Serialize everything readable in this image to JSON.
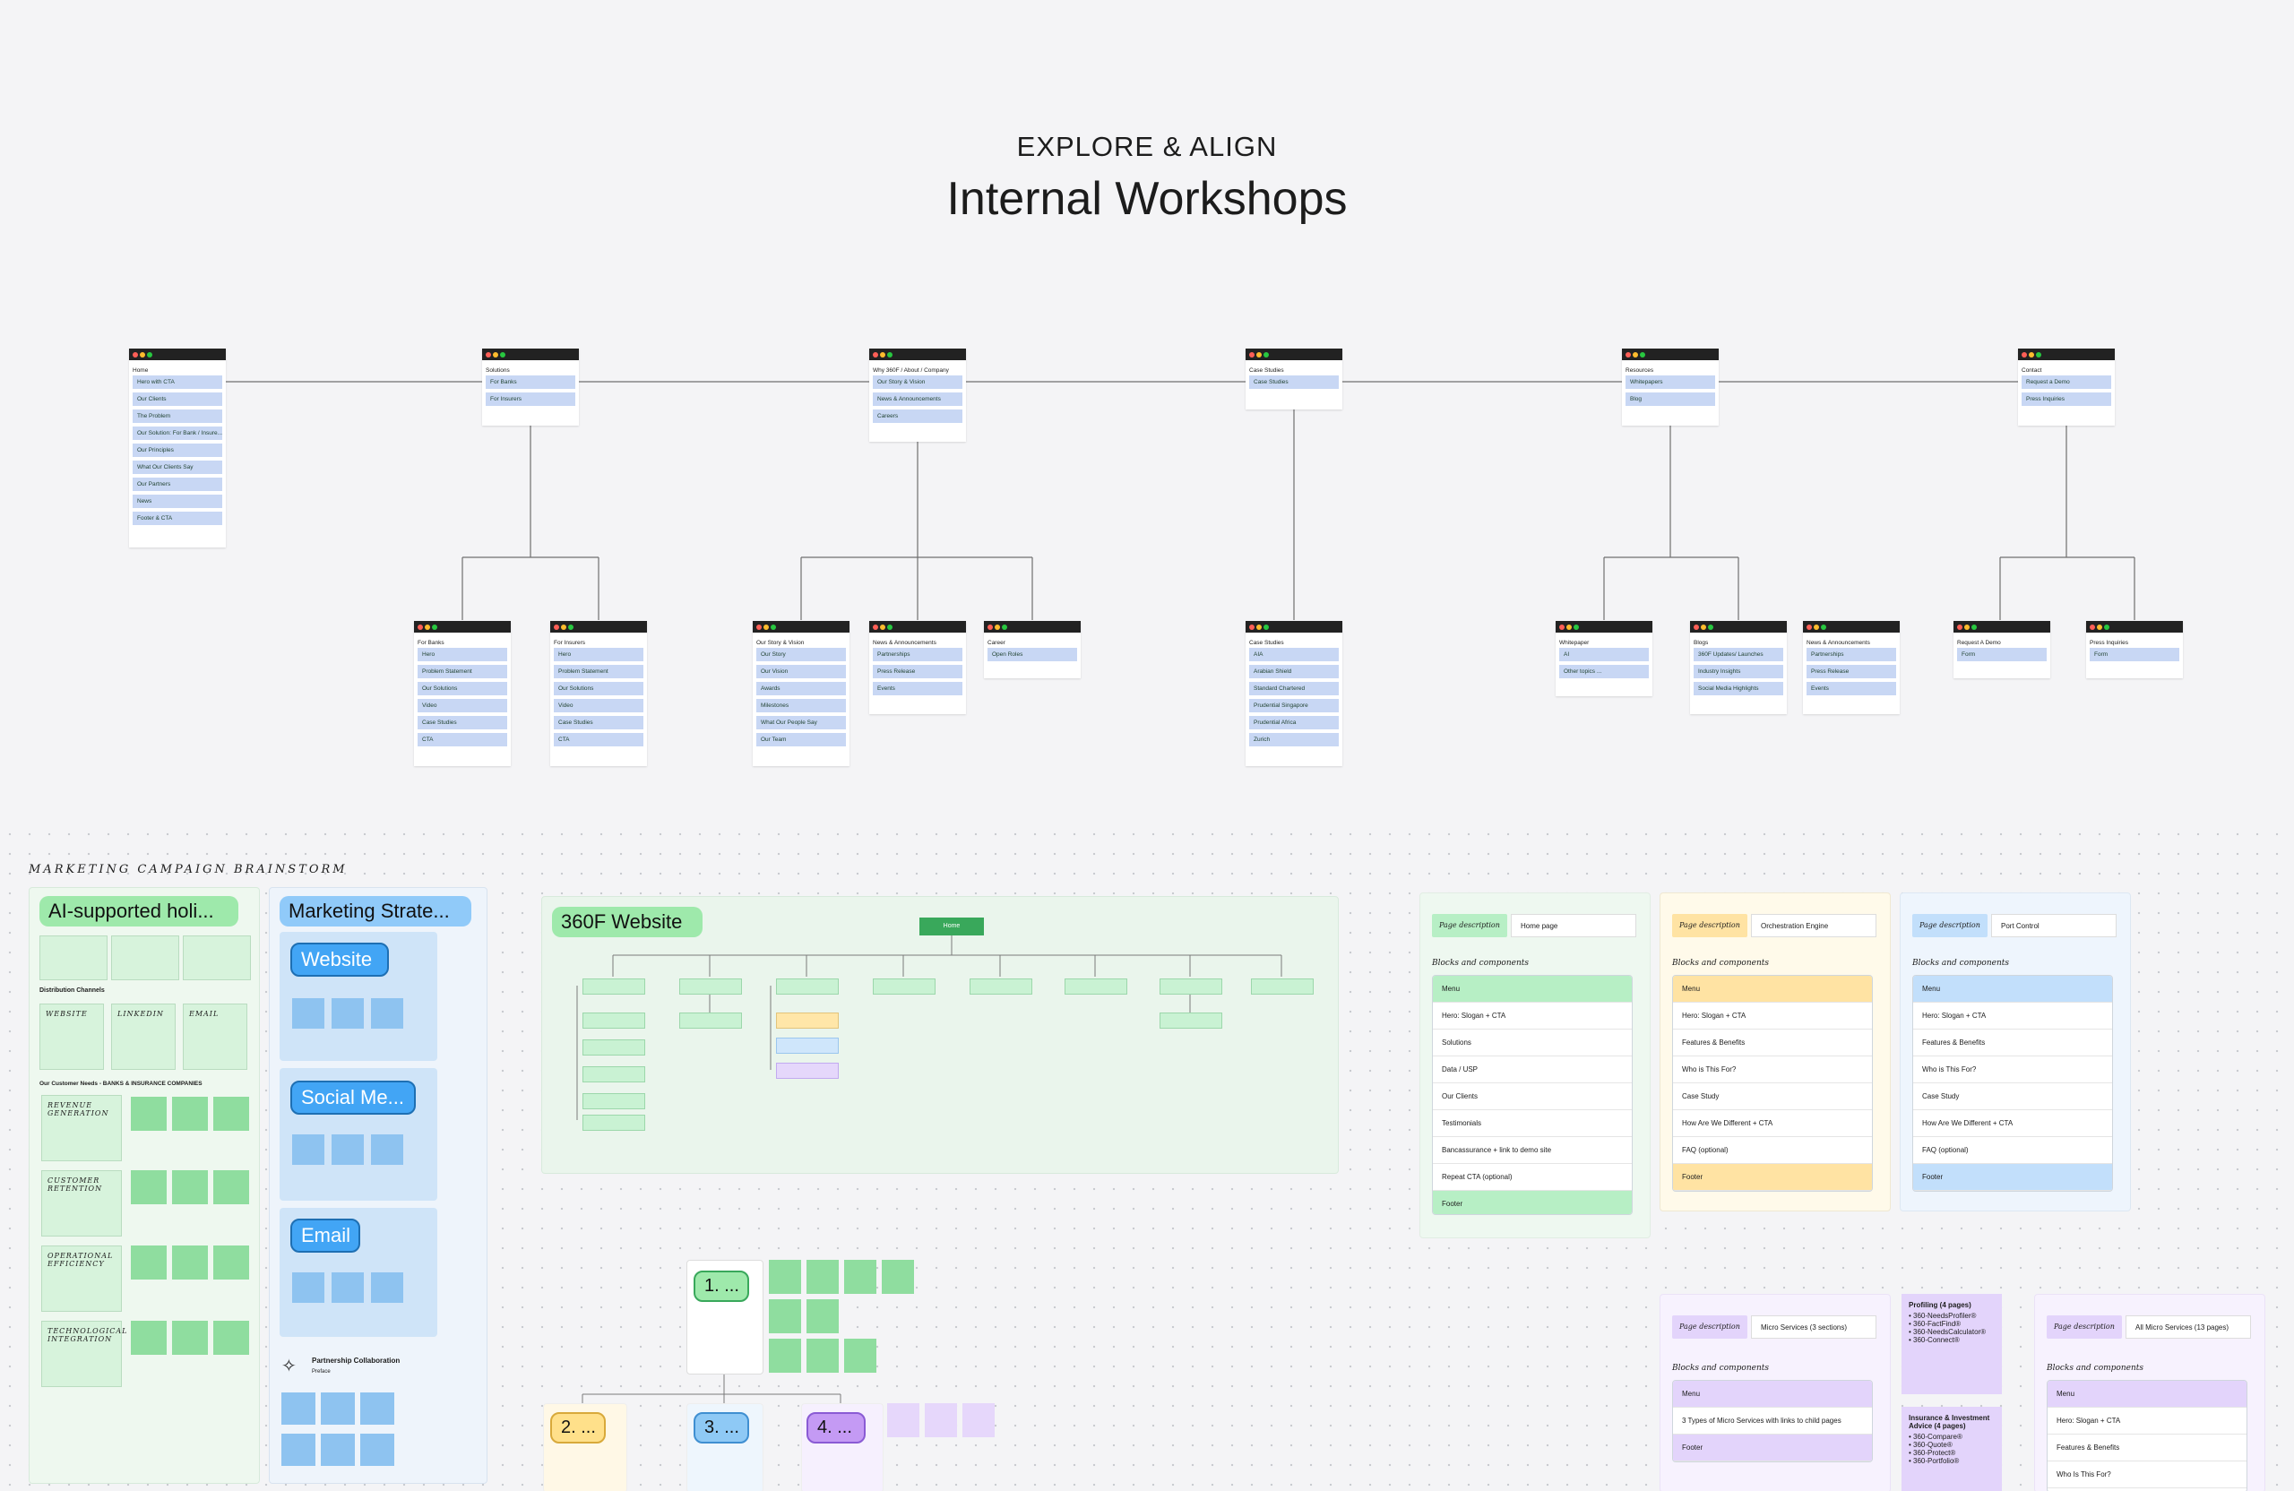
{
  "header": {
    "eyebrow": "EXPLORE & ALIGN",
    "title": "Internal Workshops"
  },
  "sitemap": {
    "top": [
      {
        "title": "Home",
        "items": [
          "Hero with CTA",
          "Our Clients",
          "The Problem",
          "Our Solution: For Bank / Insure...",
          "Our Principles",
          "What Our Clients Say",
          "Our Partners",
          "News",
          "Footer & CTA"
        ]
      },
      {
        "title": "Solutions",
        "items": [
          "For Banks",
          "For Insurers"
        ]
      },
      {
        "title": "Why 360F / About / Company",
        "items": [
          "Our Story & Vision",
          "News & Announcements",
          "Careers"
        ]
      },
      {
        "title": "Case Studies",
        "items": [
          "Case Studies"
        ]
      },
      {
        "title": "Resources",
        "items": [
          "Whitepapers",
          "Blog"
        ]
      },
      {
        "title": "Contact",
        "items": [
          "Request a Demo",
          "Press Inquiries"
        ]
      }
    ],
    "children": [
      {
        "title": "For Banks",
        "items": [
          "Hero",
          "Problem Statement",
          "Our Solutions",
          "Video",
          "Case Studies",
          "CTA"
        ]
      },
      {
        "title": "For Insurers",
        "items": [
          "Hero",
          "Problem Statement",
          "Our Solutions",
          "Video",
          "Case Studies",
          "CTA"
        ]
      },
      {
        "title": "Our Story & Vision",
        "items": [
          "Our Story",
          "Our Vision",
          "Awards",
          "Milestones",
          "What Our People Say",
          "Our Team"
        ]
      },
      {
        "title": "News & Announcements",
        "items": [
          "Partnerships",
          "Press Release",
          "Events"
        ]
      },
      {
        "title": "Career",
        "items": [
          "Open Roles"
        ]
      },
      {
        "title": "Case Studies",
        "items": [
          "AIA",
          "Arabian Shield",
          "Standard Chartered",
          "Prudential Singapore",
          "Prudential Africa",
          "Zurich"
        ]
      },
      {
        "title": "Whitepaper",
        "items": [
          "AI",
          "Other topics ..."
        ]
      },
      {
        "title": "Blogs",
        "items": [
          "360F Updates/ Launches",
          "Industry Insights",
          "Social Media Highlights"
        ]
      },
      {
        "title": "News & Announcements",
        "items": [
          "Partnerships",
          "Press Release",
          "Events"
        ]
      },
      {
        "title": "Request A Demo",
        "items": [
          "Form"
        ]
      },
      {
        "title": "Press Inquiries",
        "items": [
          "Form"
        ]
      }
    ]
  },
  "brainstorm": {
    "heading": "MARKETING CAMPAIGN BRAINSTORM",
    "ai_label": "AI-supported holi...",
    "distribution": "Distribution Channels",
    "channels": [
      "WEBSITE",
      "LINKEDIN",
      "EMAIL"
    ],
    "needs_title": "Our Customer Needs - BANKS & INSURANCE COMPANIES",
    "needs": [
      "REVENUE GENERATION",
      "CUSTOMER RETENTION",
      "OPERATIONAL EFFICIENCY",
      "TECHNOLOGICAL INTEGRATION"
    ],
    "strategy_label": "Marketing Strate...",
    "strategy_groups": [
      "Website",
      "Social Me...",
      "Email"
    ],
    "partnership": "Partnership Collaboration",
    "partnership_sub": "Preface"
  },
  "website": {
    "label": "360F Website",
    "root": "Home"
  },
  "flow": {
    "labels": [
      "1. ...",
      "2. ...",
      "3. ...",
      "4. ..."
    ]
  },
  "cards": [
    {
      "chip": "Page description",
      "value": "Home page",
      "blocks": "Blocks and components",
      "items": [
        "Menu",
        "Hero: Slogan + CTA",
        "Solutions",
        "Data / USP",
        "Our Clients",
        "Testimonials",
        "Bancassurance + link to demo site",
        "Repeat CTA (optional)",
        "Footer"
      ],
      "accent": "#b7efc5"
    },
    {
      "chip": "Page description",
      "value": "Orchestration Engine",
      "blocks": "Blocks and components",
      "items": [
        "Menu",
        "Hero: Slogan + CTA",
        "Features & Benefits",
        "Who is This For?",
        "Case Study",
        "How Are We Different + CTA",
        "FAQ (optional)",
        "Footer"
      ],
      "accent": "#ffe3a3"
    },
    {
      "chip": "Page description",
      "value": "Port Control",
      "blocks": "Blocks and components",
      "items": [
        "Menu",
        "Hero: Slogan + CTA",
        "Features & Benefits",
        "Who is This For?",
        "Case Study",
        "How Are We Different + CTA",
        "FAQ (optional)",
        "Footer"
      ],
      "accent": "#c2dffb"
    },
    {
      "chip": "Page description",
      "value": "Micro Services (3 sections)",
      "blocks": "Blocks and components",
      "items": [
        "Menu",
        "3 Types of Micro Services with links to child pages",
        "Footer"
      ],
      "accent": "#e3d4fb"
    },
    {
      "chip": "Page description",
      "value": "All Micro Services (13 pages)",
      "blocks": "Blocks and components",
      "items": [
        "Menu",
        "Hero: Slogan + CTA",
        "Features & Benefits",
        "Who Is This For?"
      ],
      "accent": "#e3d4fb"
    }
  ],
  "profiling": {
    "title": "Profiling (4 pages)",
    "items": [
      "360-NeedsProfiler®",
      "360-FactFind®",
      "360-NeedsCalculator®",
      "360-Connect®"
    ]
  },
  "insurance": {
    "title": "Insurance & Investment Advice (4 pages)",
    "items": [
      "360-Compare®",
      "360-Quote®",
      "360-Protect®",
      "360-Portfolio®"
    ]
  }
}
